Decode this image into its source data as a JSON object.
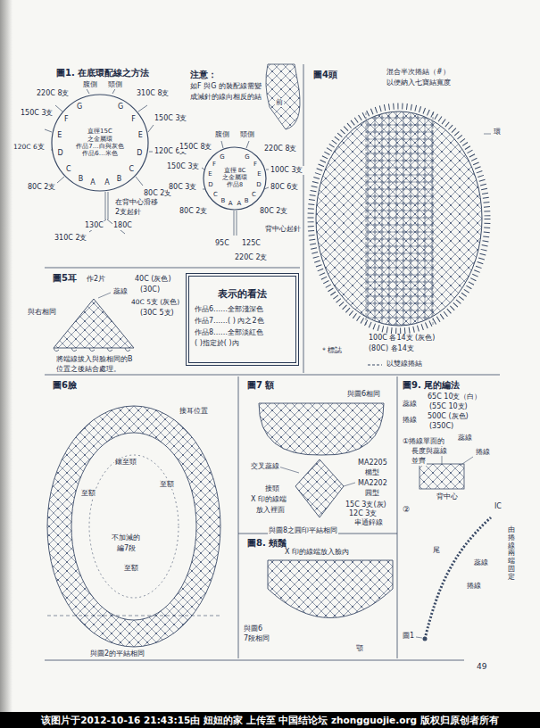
{
  "diagram": {
    "nodes": [
      {
        "text": [
          "直徑15C",
          "之金屬環",
          "作品7…白與灰色",
          "作品6…米色"
        ]
      },
      {
        "text": [
          "直徑 8C",
          "之金屬環",
          "作品8"
        ]
      },
      {
        "text": [
          "表示的看法",
          "作品6……全部淺深色",
          "作品7……(  ) 內之2色",
          "作品8……全部淡紅色",
          "(  )指定於(  )內"
        ]
      },
      {
        "text": [
          "该图片于2012-10-16 21:43:15由 妞妞的家 上传至 中国结论坛 zhongguojie.org 版权归原创者所有"
        ]
      }
    ],
    "labels": [
      "圖1. 在底環配線之方法",
      "腹側",
      "頭側",
      "310C 8支",
      "220C 8支",
      "150C 3支",
      "150C 3支",
      "120C 6支",
      "120C 6支",
      "80C 2支",
      "80C 2支",
      "310C 2支",
      "130C",
      "180C",
      "G",
      "F",
      "E",
      "D",
      "C",
      "B",
      "A",
      "G",
      "F",
      "E",
      "D",
      "C",
      "B",
      "A",
      "在背中心滑移",
      "2支起針",
      "注意：",
      "如F 與G 的裝配線需變",
      "成減針的線向相反的結",
      "前",
      "腹側",
      "頭側",
      "150C 8支",
      "220C 8支",
      "150C 3支",
      "100C 3支",
      "80C 3支",
      "80C 6支",
      "80C 2支",
      "80C 2支",
      "95C",
      "125C",
      "220C 2支",
      "背中心起針",
      "G",
      "F",
      "E",
      "D",
      "C",
      "B",
      "A",
      "G",
      "F",
      "E",
      "D",
      "C",
      "B",
      "A",
      "圖4頭",
      "混合半次捲結（#）",
      "以便納入七寶結寬度",
      "環",
      "100C 各14支 (灰色)",
      "(80C) 各14支",
      "＊標誌",
      "以雙線捲結",
      "圖5耳",
      "作2片",
      "蕊線",
      "40C (灰色)",
      "(30C)",
      "40C 5支 (灰色)",
      "(30C 5支)",
      "與右相同",
      "將端線拔入與臉相同的B",
      "位置之後結合處理。",
      "圖6臉",
      "接耳位置",
      "鑲至頭",
      "至額",
      "至額",
      "不加減的",
      "編7段",
      "至額",
      "與圖2的平結相同",
      "圖7 額",
      "與圖6相同",
      "交叉蕊線",
      "接頭",
      "X 印的線端",
      "放入裡面",
      "MA2205",
      "橢型",
      "MA2202",
      "圓型",
      "15C 3支(灰)",
      "12C 3支",
      "串通鋅線",
      "與圖8之圓印平結相同",
      "圖8. 頰鬚",
      "X 印的線端放入臉內",
      "與圖6",
      "7段相同",
      "顎",
      "圖9. 尾的編法",
      "65C 10支（白）",
      "(55C 10支)",
      "500C (灰色)",
      "(350C)",
      "蕊線",
      "捲線",
      "蕊線",
      "捲線",
      "①捲線單面的",
      "長度與蕊線",
      "並齊",
      "背中心",
      "②",
      "IC",
      "尾",
      "由捲線兩端固定",
      "蕊線",
      "捲線",
      "圖1",
      "49"
    ]
  }
}
